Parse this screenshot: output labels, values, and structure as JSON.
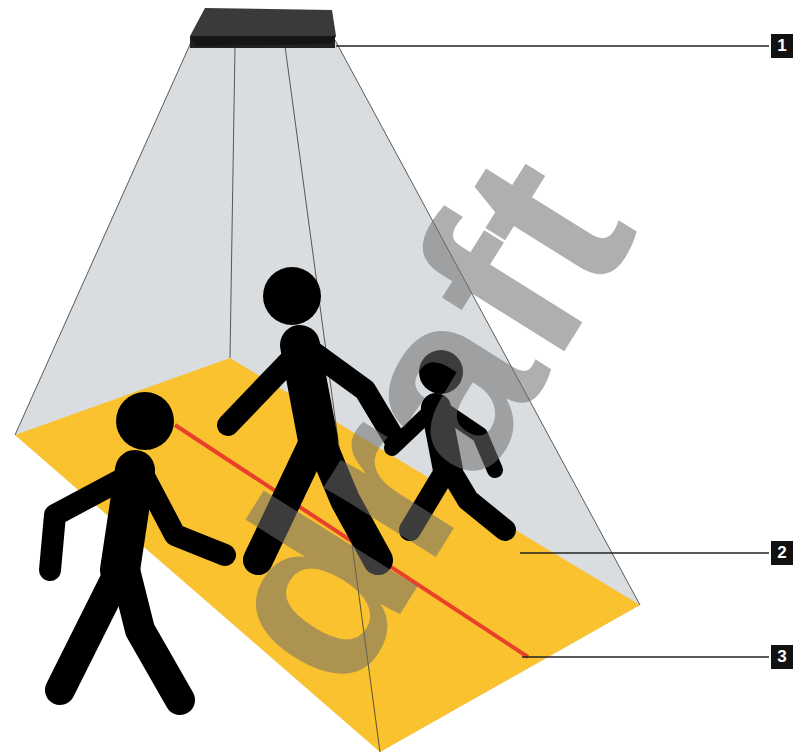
{
  "diagram": {
    "labels": [
      "1",
      "2",
      "3",
      "draft"
    ]
  }
}
